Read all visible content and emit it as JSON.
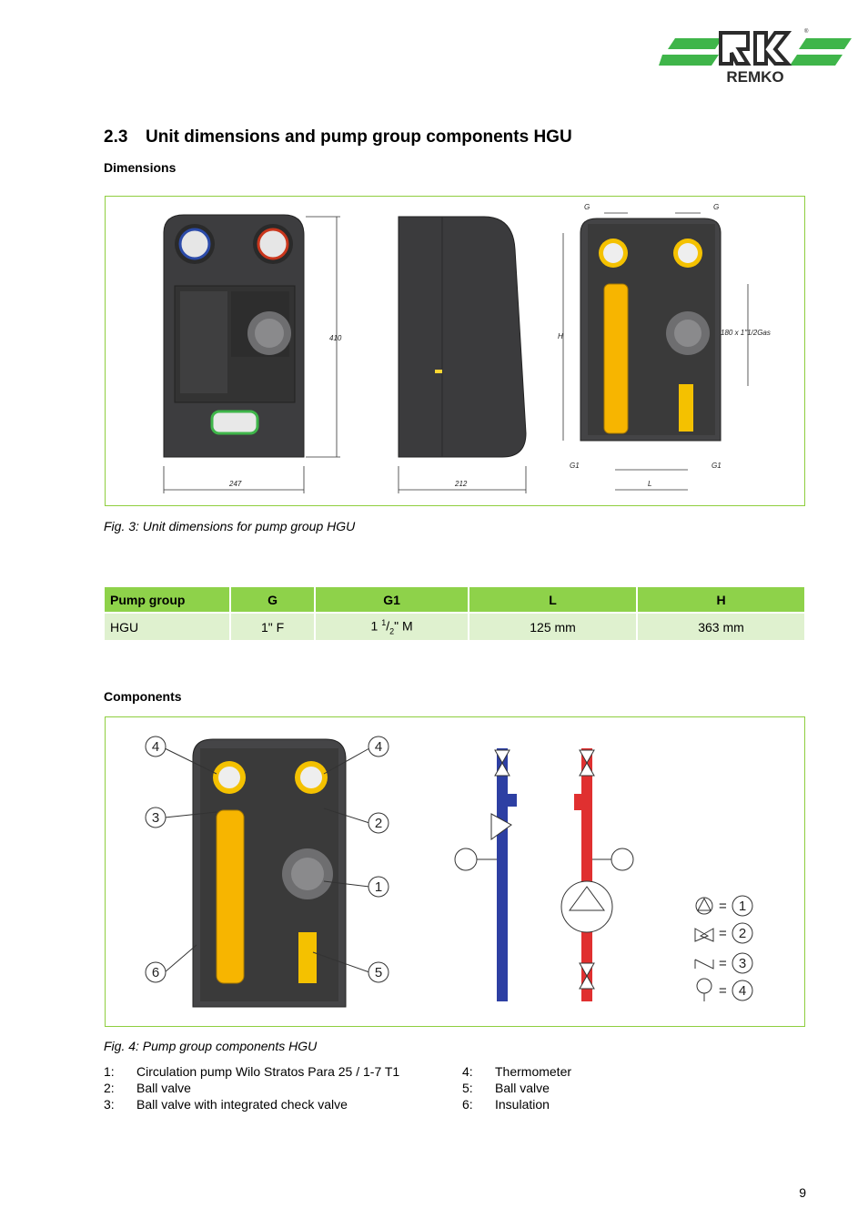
{
  "brand": {
    "name": "REMKO",
    "colors": {
      "green": "#3fb54a",
      "dark": "#2b2b2b"
    }
  },
  "section": {
    "number": "2.3",
    "title": "Unit dimensions and pump group components HGU"
  },
  "dimensions": {
    "heading": "Dimensions",
    "labels": {
      "height": "410",
      "width": "247",
      "depth": "212",
      "g": "G",
      "g1": "G1",
      "h": "H",
      "l": "L",
      "thread": "180 x 1\"1/2Gas"
    },
    "caption": "Fig. 3: Unit dimensions for pump group HGU"
  },
  "table": {
    "headers": [
      "Pump group",
      "G",
      "G1",
      "L",
      "H"
    ],
    "row": {
      "group": "HGU",
      "g": "1\" F",
      "g1_whole": "1 ",
      "g1_num": "1",
      "g1_den": "2",
      "g1_suffix": "\" M",
      "l": "125 mm",
      "h": "363 mm"
    }
  },
  "components": {
    "heading": "Components",
    "callouts": [
      "4",
      "4",
      "3",
      "2",
      "1",
      "6",
      "5"
    ],
    "legend": [
      {
        "eq": "=",
        "num": "1"
      },
      {
        "eq": "=",
        "num": "2"
      },
      {
        "eq": "=",
        "num": "3"
      },
      {
        "eq": "=",
        "num": "4"
      }
    ],
    "caption": "Fig. 4: Pump group components HGU",
    "list_left": [
      {
        "n": "1:",
        "text": "Circulation pump Wilo Stratos Para 25 / 1-7 T1"
      },
      {
        "n": "2:",
        "text": "Ball valve"
      },
      {
        "n": "3:",
        "text": "Ball valve with integrated check valve"
      }
    ],
    "list_right": [
      {
        "n": "4:",
        "text": "Thermometer"
      },
      {
        "n": "5:",
        "text": "Ball valve"
      },
      {
        "n": "6:",
        "text": "Insulation"
      }
    ]
  },
  "page": {
    "number": "9"
  }
}
